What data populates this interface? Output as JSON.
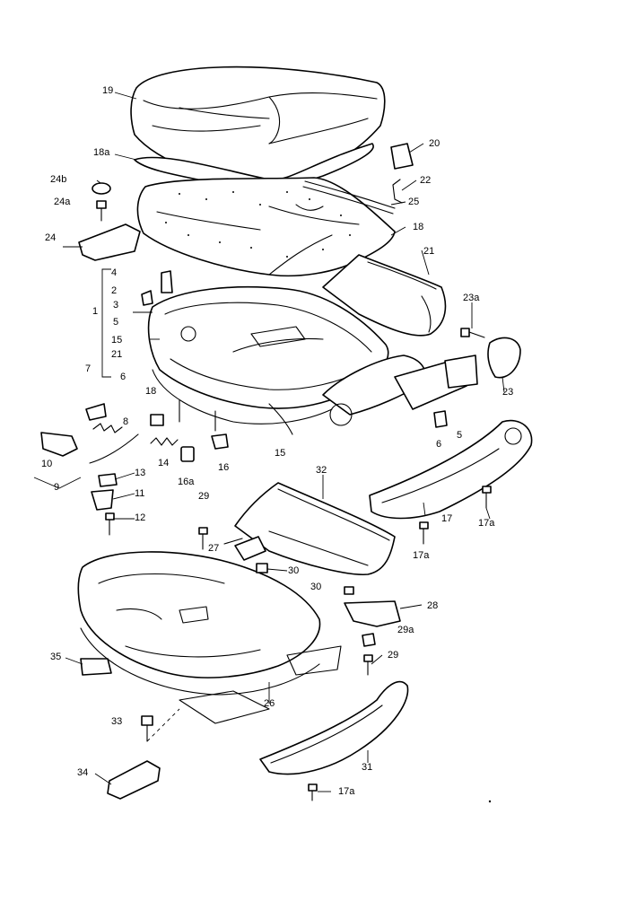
{
  "diagram": {
    "callouts": [
      {
        "id": "c-19",
        "text": "19"
      },
      {
        "id": "c-18a-top",
        "text": "18a"
      },
      {
        "id": "c-20",
        "text": "20"
      },
      {
        "id": "c-22",
        "text": "22"
      },
      {
        "id": "c-24b",
        "text": "24b"
      },
      {
        "id": "c-24a",
        "text": "24a"
      },
      {
        "id": "c-25",
        "text": "25"
      },
      {
        "id": "c-18",
        "text": "18"
      },
      {
        "id": "c-24",
        "text": "24"
      },
      {
        "id": "c-21-right",
        "text": "21"
      },
      {
        "id": "c-4",
        "text": "4"
      },
      {
        "id": "c-2",
        "text": "2"
      },
      {
        "id": "c-1",
        "text": "1"
      },
      {
        "id": "c-3",
        "text": "3"
      },
      {
        "id": "c-5-left",
        "text": "5"
      },
      {
        "id": "c-15-left",
        "text": "15"
      },
      {
        "id": "c-21-left",
        "text": "21"
      },
      {
        "id": "c-23a",
        "text": "23a"
      },
      {
        "id": "c-7",
        "text": "7"
      },
      {
        "id": "c-6",
        "text": "6"
      },
      {
        "id": "c-23",
        "text": "23"
      },
      {
        "id": "c-18-lower",
        "text": "18"
      },
      {
        "id": "c-8",
        "text": "8"
      },
      {
        "id": "c-6-right",
        "text": "6"
      },
      {
        "id": "c-5-right",
        "text": "5"
      },
      {
        "id": "c-15-lower",
        "text": "15"
      },
      {
        "id": "c-10",
        "text": "10"
      },
      {
        "id": "c-14",
        "text": "14"
      },
      {
        "id": "c-16",
        "text": "16"
      },
      {
        "id": "c-9",
        "text": "9"
      },
      {
        "id": "c-13",
        "text": "13"
      },
      {
        "id": "c-16a",
        "text": "16a"
      },
      {
        "id": "c-32",
        "text": "32"
      },
      {
        "id": "c-11",
        "text": "11"
      },
      {
        "id": "c-29-top",
        "text": "29"
      },
      {
        "id": "c-17",
        "text": "17"
      },
      {
        "id": "c-12",
        "text": "12"
      },
      {
        "id": "c-17a-right",
        "text": "17a"
      },
      {
        "id": "c-27",
        "text": "27"
      },
      {
        "id": "c-17a-mid",
        "text": "17a"
      },
      {
        "id": "c-30-a",
        "text": "30"
      },
      {
        "id": "c-30-b",
        "text": "30"
      },
      {
        "id": "c-28",
        "text": "28"
      },
      {
        "id": "c-29a",
        "text": "29a"
      },
      {
        "id": "c-35",
        "text": "35"
      },
      {
        "id": "c-29-right",
        "text": "29"
      },
      {
        "id": "c-26",
        "text": "26"
      },
      {
        "id": "c-33",
        "text": "33"
      },
      {
        "id": "c-31",
        "text": "31"
      },
      {
        "id": "c-34",
        "text": "34"
      },
      {
        "id": "c-17a-bottom",
        "text": "17a"
      }
    ]
  }
}
